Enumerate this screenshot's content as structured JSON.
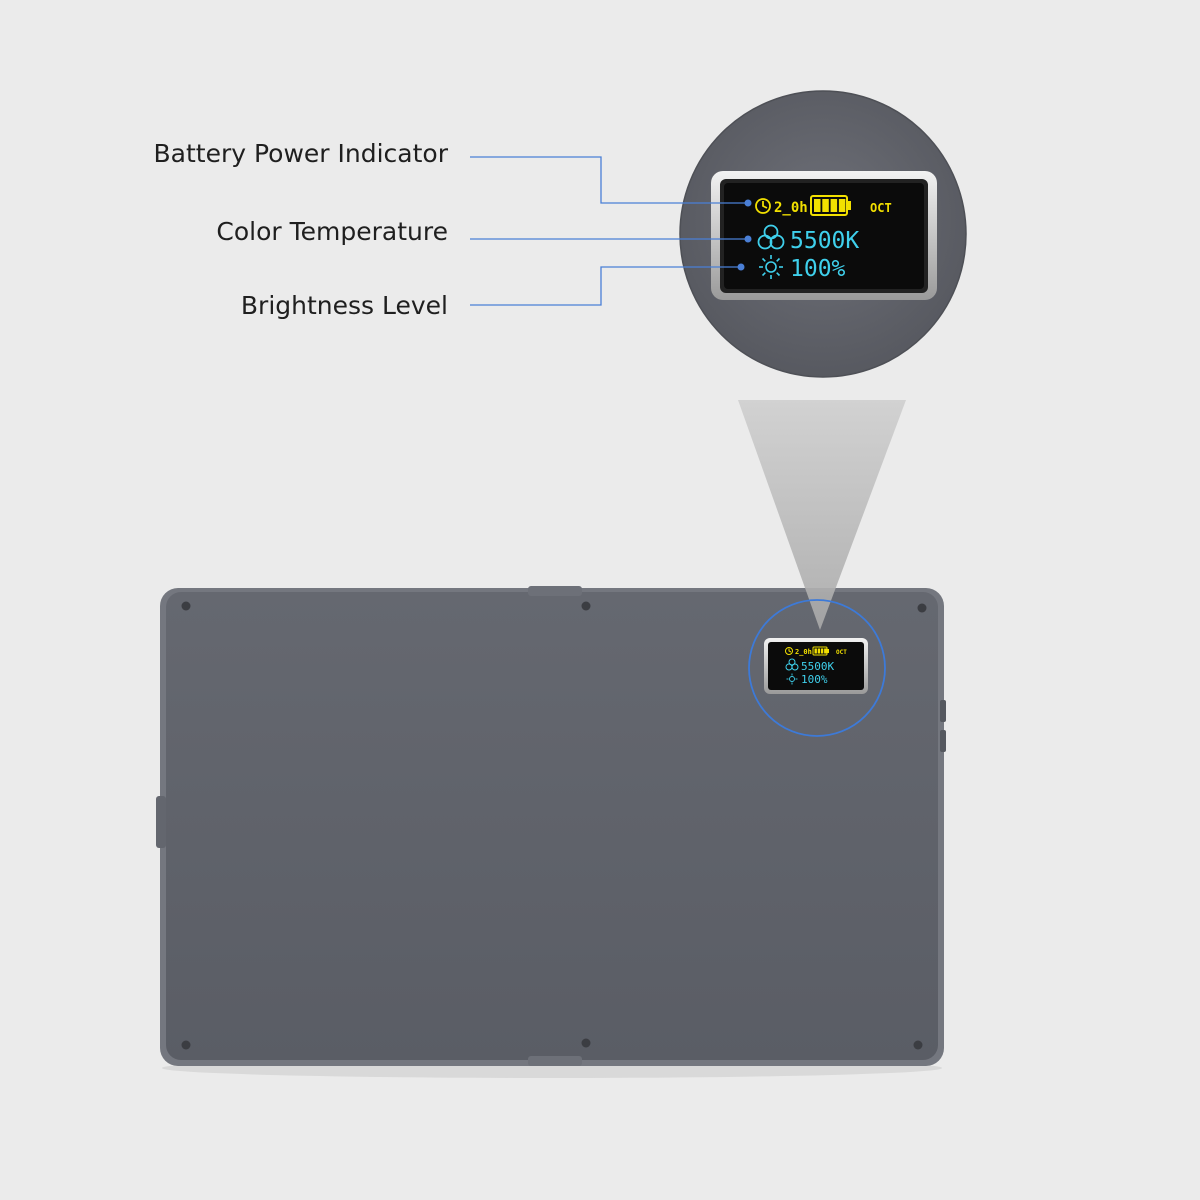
{
  "callouts": {
    "battery_label": "Battery Power Indicator",
    "temperature_label": "Color Temperature",
    "brightness_label": "Brightness Level"
  },
  "display": {
    "time_left": "2_0h",
    "time_left_small": "2_0h",
    "mode": "OCT",
    "color_temperature": "5500K",
    "brightness": "100%",
    "battery_level_bars": 4,
    "battery_level_max": 4
  },
  "icons": {
    "time": "clock-icon",
    "battery": "battery-icon",
    "temperature": "rgb-circles-icon",
    "brightness": "sun-icon"
  },
  "colors": {
    "background": "#ebebeb",
    "panel": "#5f626a",
    "screen": "#0b0b0b",
    "yellow": "#f2e000",
    "cyan": "#3fd0ec",
    "leader_line": "#4a7fd6",
    "label_text": "#1f1f1f"
  }
}
